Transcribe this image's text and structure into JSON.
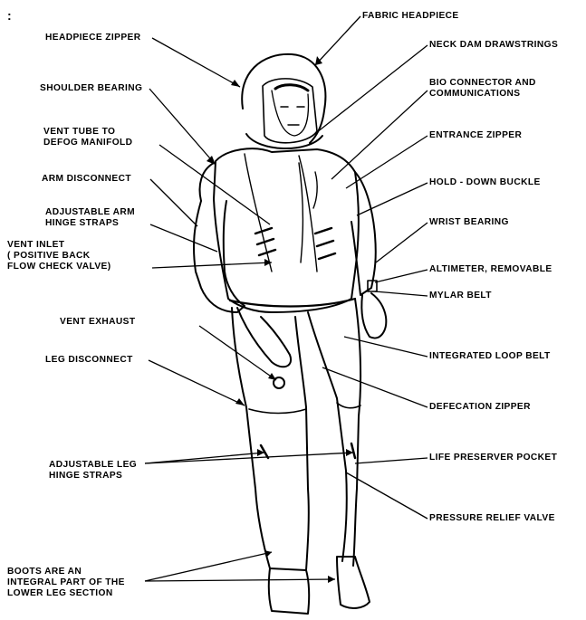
{
  "figure": {
    "corner_mark": ":",
    "labels": {
      "fabric_headpiece": [
        "FABRIC HEADPIECE"
      ],
      "headpiece_zipper": [
        "HEADPIECE ZIPPER"
      ],
      "neck_dam": [
        "NECK DAM DRAWSTRINGS"
      ],
      "shoulder_bearing": [
        "SHOULDER BEARING"
      ],
      "bio_connector": [
        "BIO CONNECTOR AND",
        "COMMUNICATIONS"
      ],
      "vent_tube": [
        "VENT TUBE TO",
        "DEFOG MANIFOLD"
      ],
      "entrance_zipper": [
        "ENTRANCE ZIPPER"
      ],
      "arm_disconnect": [
        "ARM DISCONNECT"
      ],
      "hold_down_buckle": [
        "HOLD - DOWN BUCKLE"
      ],
      "arm_hinge_straps": [
        "ADJUSTABLE ARM",
        "HINGE STRAPS"
      ],
      "wrist_bearing": [
        "WRIST BEARING"
      ],
      "vent_inlet": [
        "VENT INLET",
        "( POSITIVE BACK",
        "FLOW CHECK VALVE)"
      ],
      "altimeter": [
        "ALTIMETER, REMOVABLE"
      ],
      "mylar_belt": [
        "MYLAR BELT"
      ],
      "vent_exhaust": [
        "VENT EXHAUST"
      ],
      "integrated_loop_belt": [
        "INTEGRATED LOOP BELT"
      ],
      "leg_disconnect": [
        "LEG DISCONNECT"
      ],
      "defecation_zipper": [
        "DEFECATION ZIPPER"
      ],
      "leg_hinge_straps": [
        "ADJUSTABLE LEG",
        "HINGE STRAPS"
      ],
      "life_preserver": [
        "LIFE PRESERVER POCKET"
      ],
      "pressure_relief": [
        "PRESSURE RELIEF VALVE"
      ],
      "boots": [
        "BOOTS ARE AN",
        "INTEGRAL PART OF THE",
        "LOWER LEG SECTION"
      ]
    }
  }
}
